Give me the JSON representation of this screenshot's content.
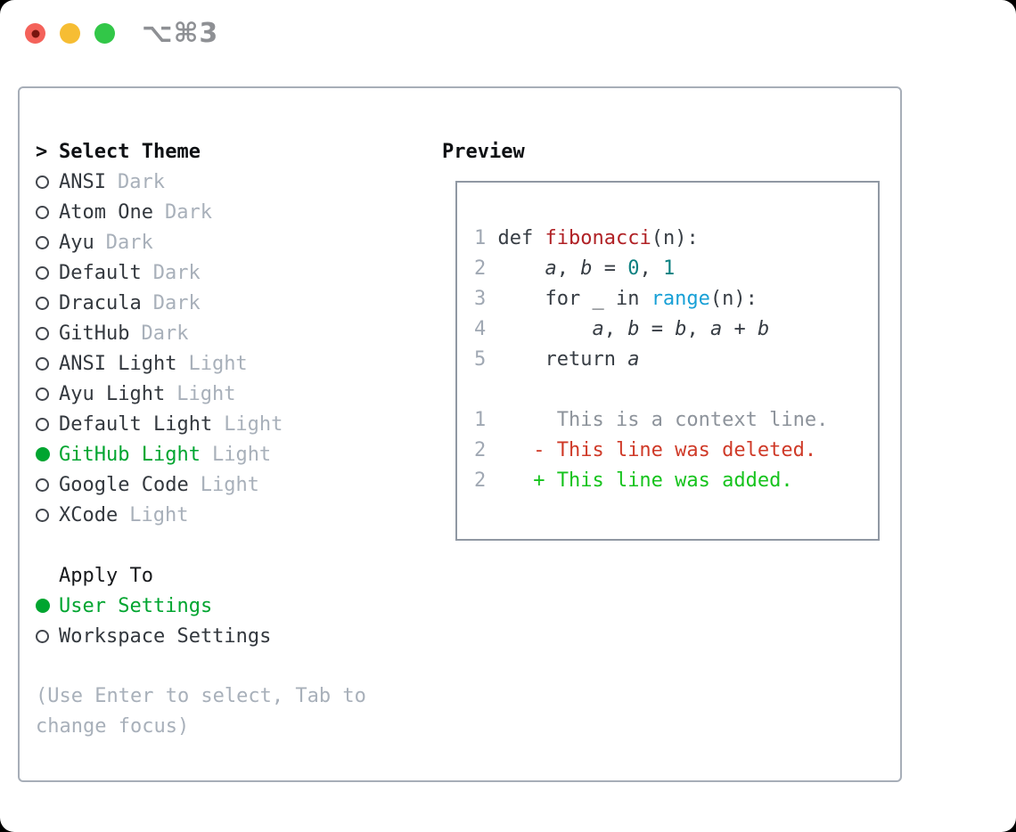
{
  "window": {
    "title": "⌥⌘3",
    "traffic_lights": [
      {
        "name": "close",
        "color": "#f4625a"
      },
      {
        "name": "minimize",
        "color": "#f6bd33"
      },
      {
        "name": "zoom",
        "color": "#32c748"
      }
    ]
  },
  "theme_picker": {
    "prompt_marker": ">",
    "prompt_label": "Select Theme",
    "items": [
      {
        "name": "ANSI",
        "variant": "Dark",
        "selected": false
      },
      {
        "name": "Atom One",
        "variant": "Dark",
        "selected": false
      },
      {
        "name": "Ayu",
        "variant": "Dark",
        "selected": false
      },
      {
        "name": "Default",
        "variant": "Dark",
        "selected": false
      },
      {
        "name": "Dracula",
        "variant": "Dark",
        "selected": false
      },
      {
        "name": "GitHub",
        "variant": "Dark",
        "selected": false
      },
      {
        "name": "ANSI Light",
        "variant": "Light",
        "selected": false
      },
      {
        "name": "Ayu Light",
        "variant": "Light",
        "selected": false
      },
      {
        "name": "Default Light",
        "variant": "Light",
        "selected": false
      },
      {
        "name": "GitHub Light",
        "variant": "Light",
        "selected": true
      },
      {
        "name": "Google Code",
        "variant": "Light",
        "selected": false
      },
      {
        "name": "XCode",
        "variant": "Light",
        "selected": false
      }
    ],
    "apply_to": {
      "label": "Apply To",
      "options": [
        {
          "name": "User Settings",
          "selected": true
        },
        {
          "name": "Workspace Settings",
          "selected": false
        }
      ]
    },
    "hint_lines": [
      "(Use Enter to select, Tab to",
      "change focus)"
    ]
  },
  "preview": {
    "label": "Preview",
    "code_lines": [
      {
        "tokens": [
          {
            "t": "1",
            "c": "ln"
          },
          {
            "t": " def ",
            "c": "p"
          },
          {
            "t": "fibonacci",
            "c": "fn"
          },
          {
            "t": "(n):",
            "c": "p"
          }
        ]
      },
      {
        "tokens": [
          {
            "t": "2",
            "c": "ln"
          },
          {
            "t": "     ",
            "c": "p"
          },
          {
            "t": "a",
            "c": "it"
          },
          {
            "t": ", ",
            "c": "p"
          },
          {
            "t": "b",
            "c": "it"
          },
          {
            "t": " = ",
            "c": "p"
          },
          {
            "t": "0",
            "c": "num"
          },
          {
            "t": ", ",
            "c": "p"
          },
          {
            "t": "1",
            "c": "num"
          }
        ]
      },
      {
        "tokens": [
          {
            "t": "3",
            "c": "ln"
          },
          {
            "t": "     for _ in ",
            "c": "p"
          },
          {
            "t": "range",
            "c": "bi"
          },
          {
            "t": "(n):",
            "c": "p"
          }
        ]
      },
      {
        "tokens": [
          {
            "t": "4",
            "c": "ln"
          },
          {
            "t": "         ",
            "c": "p"
          },
          {
            "t": "a",
            "c": "it"
          },
          {
            "t": ", ",
            "c": "p"
          },
          {
            "t": "b",
            "c": "it"
          },
          {
            "t": " = ",
            "c": "p"
          },
          {
            "t": "b",
            "c": "it"
          },
          {
            "t": ", ",
            "c": "p"
          },
          {
            "t": "a",
            "c": "it"
          },
          {
            "t": " + ",
            "c": "p"
          },
          {
            "t": "b",
            "c": "it"
          }
        ]
      },
      {
        "tokens": [
          {
            "t": "5",
            "c": "ln"
          },
          {
            "t": "     return ",
            "c": "p"
          },
          {
            "t": "a",
            "c": "it"
          }
        ]
      }
    ],
    "diff_lines": [
      {
        "tokens": [
          {
            "t": "1",
            "c": "ln"
          },
          {
            "t": "      This is a context line.",
            "c": "ctx"
          }
        ]
      },
      {
        "tokens": [
          {
            "t": "2",
            "c": "ln"
          },
          {
            "t": "    - This line was deleted.",
            "c": "del"
          }
        ]
      },
      {
        "tokens": [
          {
            "t": "2",
            "c": "ln"
          },
          {
            "t": "    + This line was added.",
            "c": "add"
          }
        ]
      }
    ]
  },
  "colors": {
    "accent_green": "#00a530",
    "added_green": "#16c31d",
    "deleted_red": "#cf3a28",
    "function_red": "#b02125",
    "number_teal": "#0b8080",
    "builtin_blue": "#18a0d6",
    "muted_gray": "#a8b0ba",
    "line_number_gray": "#a0a8b3",
    "context_gray": "#8d939b",
    "panel_border": "#a7aeb8",
    "preview_border": "#9098a3",
    "title_gray": "#8e9094",
    "traffic_red": "#f4625a",
    "traffic_yellow": "#f6bd33",
    "traffic_green": "#32c748"
  }
}
